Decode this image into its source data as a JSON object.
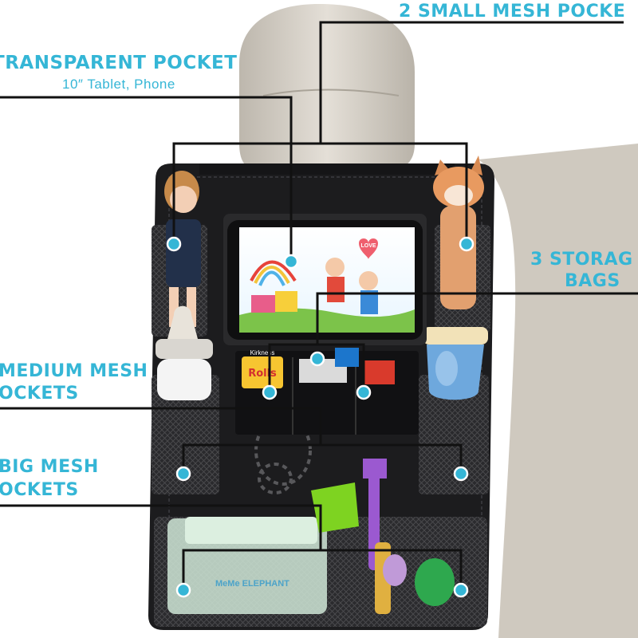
{
  "colors": {
    "accent": "#35b6d6",
    "line": "#111111",
    "organizer": "#1c1c1e",
    "headrest": "#d6d1c8"
  },
  "labels": {
    "small_mesh": "2 SMALL MESH POCKE",
    "transparent_title": "TRANSPARENT POCKET",
    "transparent_sub": "10″ Tablet, Phone",
    "storage_line1": "3 STORAG",
    "storage_line2": "BAGS",
    "medium_line1": "MEDIUM MESH",
    "medium_line2": "OCKETS",
    "big_line1": "BIG MESH",
    "big_line2": "OCKETS"
  },
  "product_text": {
    "bag_brand": "Rolls",
    "snack_brand": "Kirkness",
    "wipes_brand": "MeMe ELEPHANT",
    "tablet_sign": "LOVE"
  }
}
